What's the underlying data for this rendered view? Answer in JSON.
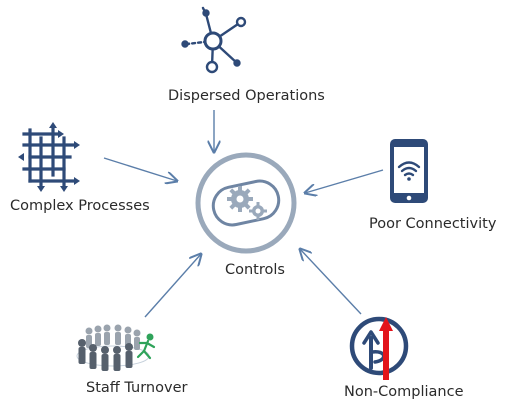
{
  "diagram": {
    "center": {
      "label": "Controls",
      "icon": "gears-icon"
    },
    "nodes": [
      {
        "id": "dispersed",
        "label": "Dispersed Operations",
        "icon": "network-icon"
      },
      {
        "id": "complex",
        "label": "Complex Processes",
        "icon": "process-grid-icon"
      },
      {
        "id": "poor",
        "label": "Poor Connectivity",
        "icon": "smartphone-wifi-icon"
      },
      {
        "id": "staff",
        "label": "Staff Turnover",
        "icon": "people-circle-icon"
      },
      {
        "id": "noncomp",
        "label": "Non-Compliance",
        "icon": "compliance-arrow-icon"
      }
    ],
    "colors": {
      "primary_blue": "#2e4a78",
      "arrow_blue": "#5b7ea9",
      "circle_gray": "#9aa9bb",
      "accent_red": "#e2141b"
    }
  }
}
